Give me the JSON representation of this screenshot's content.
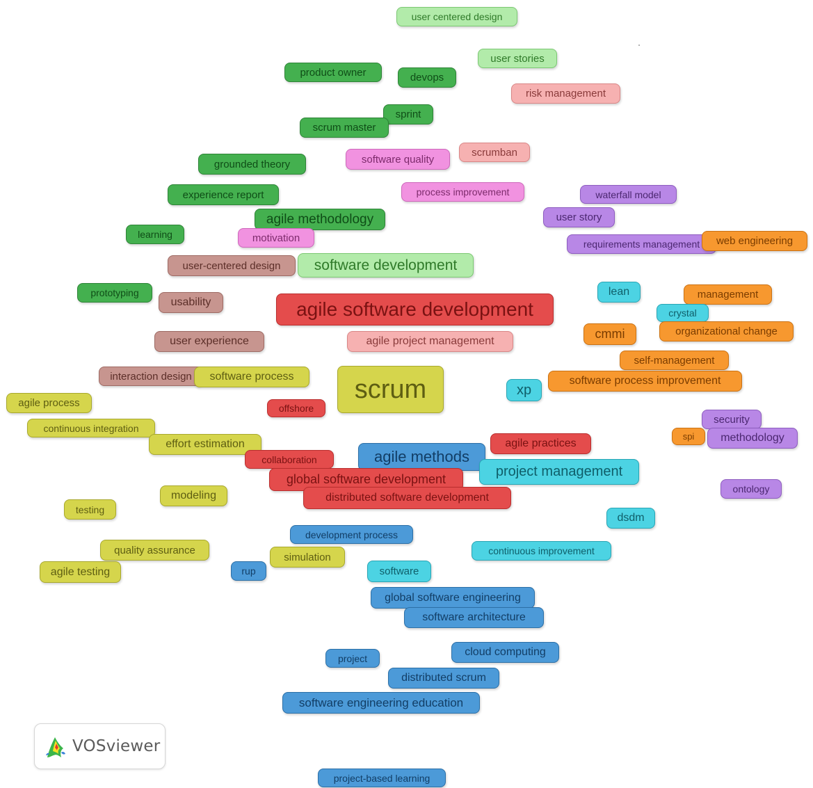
{
  "app": {
    "logo_text": "VOSviewer"
  },
  "icons": {
    "logo": "vosviewer-logo-icon"
  },
  "colors": {
    "red": "#e44c4c",
    "pink": "#f6b1b1",
    "magenta": "#f192e0",
    "dark_green": "#44b04f",
    "light_green": "#b2ebaa",
    "yellow": "#d5d54c",
    "blue": "#4c9ad8",
    "cyan": "#4cd3e3",
    "orange": "#f7982f",
    "purple": "#b887e6",
    "brown": "#c7958f"
  },
  "keywords": [
    {
      "label": "user centered design",
      "cluster": "light_green"
    },
    {
      "label": "user stories",
      "cluster": "light_green"
    },
    {
      "label": "product owner",
      "cluster": "dark_green"
    },
    {
      "label": "devops",
      "cluster": "dark_green"
    },
    {
      "label": "risk management",
      "cluster": "pink"
    },
    {
      "label": "sprint",
      "cluster": "dark_green"
    },
    {
      "label": "scrum master",
      "cluster": "dark_green"
    },
    {
      "label": "scrumban",
      "cluster": "pink"
    },
    {
      "label": "software quality",
      "cluster": "magenta"
    },
    {
      "label": "grounded theory",
      "cluster": "dark_green"
    },
    {
      "label": "process improvement",
      "cluster": "magenta"
    },
    {
      "label": "waterfall model",
      "cluster": "purple"
    },
    {
      "label": "experience report",
      "cluster": "dark_green"
    },
    {
      "label": "user story",
      "cluster": "purple"
    },
    {
      "label": "agile methodology",
      "cluster": "dark_green"
    },
    {
      "label": "learning",
      "cluster": "dark_green"
    },
    {
      "label": "motivation",
      "cluster": "magenta"
    },
    {
      "label": "requirements management",
      "cluster": "purple"
    },
    {
      "label": "web engineering",
      "cluster": "orange"
    },
    {
      "label": "user-centered design",
      "cluster": "brown"
    },
    {
      "label": "software development",
      "cluster": "light_green"
    },
    {
      "label": "prototyping",
      "cluster": "dark_green"
    },
    {
      "label": "lean",
      "cluster": "cyan"
    },
    {
      "label": "management",
      "cluster": "orange"
    },
    {
      "label": "usability",
      "cluster": "brown"
    },
    {
      "label": "agile software development",
      "cluster": "red"
    },
    {
      "label": "crystal",
      "cluster": "cyan"
    },
    {
      "label": "cmmi",
      "cluster": "orange"
    },
    {
      "label": "organizational change",
      "cluster": "orange"
    },
    {
      "label": "user experience",
      "cluster": "brown"
    },
    {
      "label": "agile project management",
      "cluster": "pink"
    },
    {
      "label": "self-management",
      "cluster": "orange"
    },
    {
      "label": "interaction design",
      "cluster": "brown"
    },
    {
      "label": "software process",
      "cluster": "yellow"
    },
    {
      "label": "scrum",
      "cluster": "yellow"
    },
    {
      "label": "xp",
      "cluster": "cyan"
    },
    {
      "label": "software process improvement",
      "cluster": "orange"
    },
    {
      "label": "agile process",
      "cluster": "yellow"
    },
    {
      "label": "offshore",
      "cluster": "red"
    },
    {
      "label": "security",
      "cluster": "purple"
    },
    {
      "label": "continuous integration",
      "cluster": "yellow"
    },
    {
      "label": "spi",
      "cluster": "orange"
    },
    {
      "label": "methodology",
      "cluster": "purple"
    },
    {
      "label": "effort estimation",
      "cluster": "yellow"
    },
    {
      "label": "agile practices",
      "cluster": "red"
    },
    {
      "label": "collaboration",
      "cluster": "red"
    },
    {
      "label": "agile methods",
      "cluster": "blue"
    },
    {
      "label": "project management",
      "cluster": "cyan"
    },
    {
      "label": "global software development",
      "cluster": "red"
    },
    {
      "label": "ontology",
      "cluster": "purple"
    },
    {
      "label": "modeling",
      "cluster": "yellow"
    },
    {
      "label": "distributed software development",
      "cluster": "red"
    },
    {
      "label": "testing",
      "cluster": "yellow"
    },
    {
      "label": "dsdm",
      "cluster": "cyan"
    },
    {
      "label": "development process",
      "cluster": "blue"
    },
    {
      "label": "quality assurance",
      "cluster": "yellow"
    },
    {
      "label": "continuous improvement",
      "cluster": "cyan"
    },
    {
      "label": "simulation",
      "cluster": "yellow"
    },
    {
      "label": "agile testing",
      "cluster": "yellow"
    },
    {
      "label": "rup",
      "cluster": "blue"
    },
    {
      "label": "software",
      "cluster": "cyan"
    },
    {
      "label": "global software engineering",
      "cluster": "blue"
    },
    {
      "label": "software architecture",
      "cluster": "blue"
    },
    {
      "label": "cloud computing",
      "cluster": "blue"
    },
    {
      "label": "project",
      "cluster": "blue"
    },
    {
      "label": "distributed scrum",
      "cluster": "blue"
    },
    {
      "label": "software engineering education",
      "cluster": "blue"
    },
    {
      "label": "project-based learning",
      "cluster": "blue"
    }
  ]
}
